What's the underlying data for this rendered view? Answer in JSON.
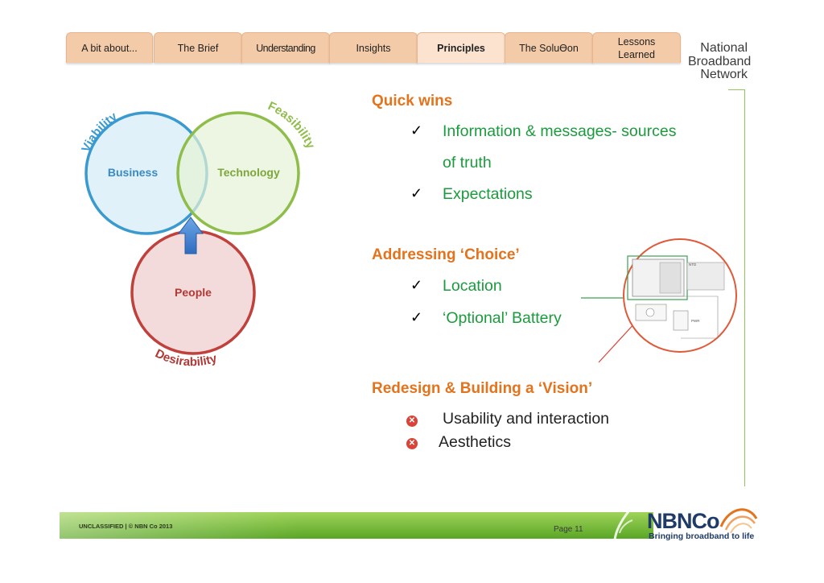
{
  "tabs": [
    "A bit about...",
    "The Brief",
    "Understanding",
    "Insights",
    "Principles",
    "The SoluƟon",
    "Lessons Learned"
  ],
  "active_tab": "Principles",
  "brand": {
    "line1": "National",
    "line2": "Broadband",
    "line3": "Network"
  },
  "venn": {
    "business": "Business",
    "technology": "Technology",
    "people": "People",
    "viability": "Viability",
    "feasibility": "Feasibility",
    "desirability": "Desirability"
  },
  "sections": {
    "quick_wins": {
      "heading": "Quick wins",
      "item1_line1": "Information & messages- sources",
      "item1_line2": "of truth",
      "item2": "Expectations"
    },
    "choice": {
      "heading": "Addressing ‘Choice’",
      "item1": "Location",
      "item2": "‘Optional’ Battery"
    },
    "vision": {
      "heading": "Redesign & Building a ‘Vision’",
      "item1": "Usability and interaction",
      "item2": "Aesthetics"
    }
  },
  "device_labels": {
    "ntd": "NTD",
    "pwr": "PWR"
  },
  "footer": {
    "classification": "UNCLASSIFIED | © NBN Co 2013",
    "page": "Page 11",
    "logo": "NBNCo",
    "tagline": "Bringing broadband to life"
  },
  "colors": {
    "orange": "#e3731c",
    "green": "#1a9b3c",
    "business": "#3a9ad0",
    "technology": "#8fbd4a",
    "people": "#c0403c"
  }
}
